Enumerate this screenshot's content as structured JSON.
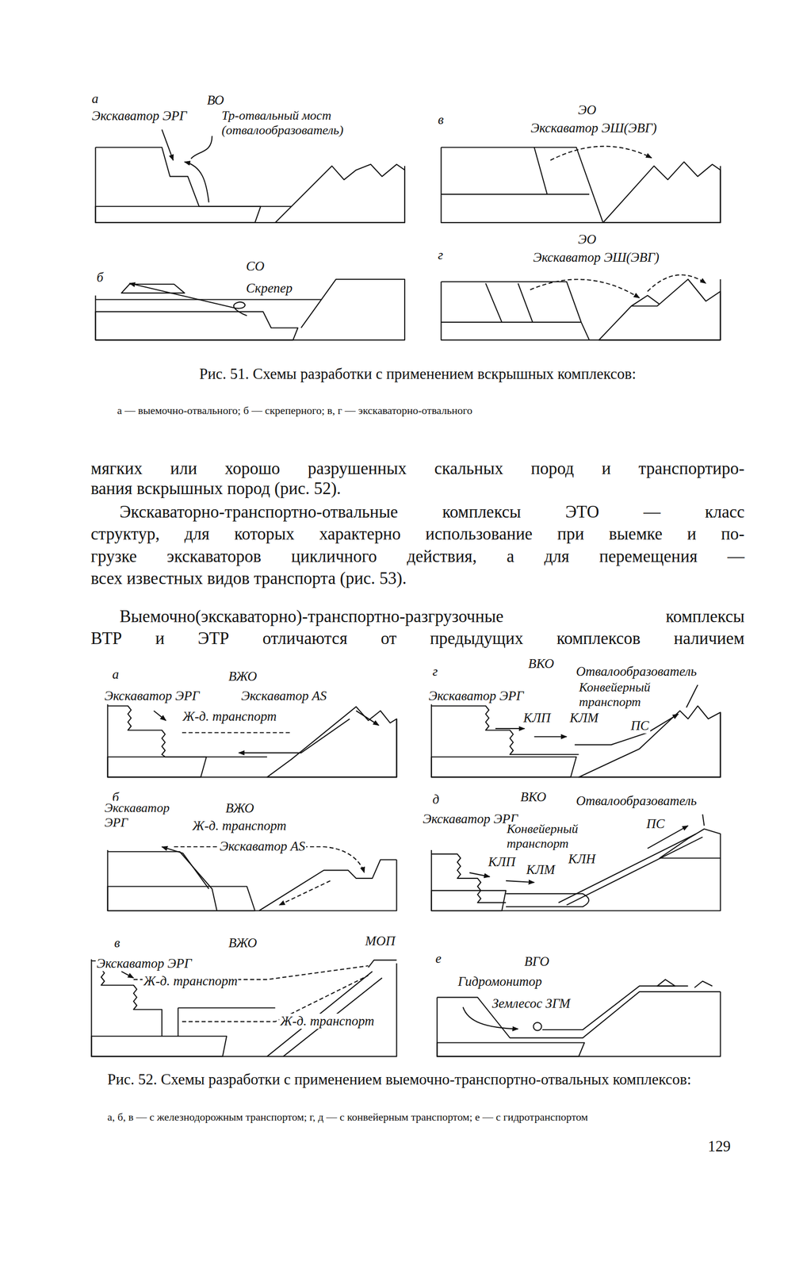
{
  "diagram": {
    "labels": [
      "а",
      "ВО",
      "Экскаватор ЭРГ",
      "Тр-отвальный мост (отвалообразователь)",
      "в",
      "ЭО",
      "Экскаватор ЭШ(ЭВГ)",
      "б",
      "СО",
      "Скрепер",
      "г",
      "ЭО",
      "Экскаватор ЭШ(ЭВГ)",
      "Рис. 51. Схемы разработки с применением вскрышных комплексов:",
      "а — выемочно-отвального; б — скреперного; в, г — экскаваторно-отвального",
      "мягких или хорошо разрушенных скальных пород и транспортиро-",
      "вания вскрышных пород (рис. 52).",
      "Экскаваторно-транспортно-отвальные комплексы ЭТО — класс",
      "структур, для которых характерно использование при выемке и по-",
      "грузке экскаваторов цикличного действия, а для перемещения —",
      "всех известных видов транспорта (рис. 53).",
      "Выемочно(экскаваторно)-транспортно-разгрузочные комплексы",
      "ВТР и ЭТР отличаются от предыдущих комплексов наличием",
      "а",
      "ВЖО",
      "Экскаватор ЭРГ",
      "Экскаватор AS",
      "Ж-д. транспорт",
      "б",
      "Экскаватор ЭРГ",
      "ВЖО",
      "Ж-д. транспорт",
      "Экскаватор AS",
      "в",
      "ВЖО",
      "МОП",
      "Экскаватор ЭРГ",
      "Ж-д. транспорт",
      "Ж-д. транспорт",
      "г",
      "ВКО",
      "Отвалообразователь",
      "Экскаватор ЭРГ",
      "Конвейерный транспорт",
      "КЛП",
      "КЛМ",
      "ПС",
      "д",
      "ВКО",
      "Отвалообразователь",
      "Экскаватор ЭРГ",
      "Конвейерный транспорт",
      "ПС",
      "КЛП",
      "КЛМ",
      "КЛН",
      "е",
      "ВГО",
      "Гидромонитор",
      "Землесос ЗГМ",
      "Рис. 52. Схемы разработки с применением выемочно-транспортно-отвальных комплексов:",
      "а, б, в — с железнодорожным транспортом; г, д — с конвейерным транспортом; е — с гидротранспортом",
      "129"
    ]
  }
}
